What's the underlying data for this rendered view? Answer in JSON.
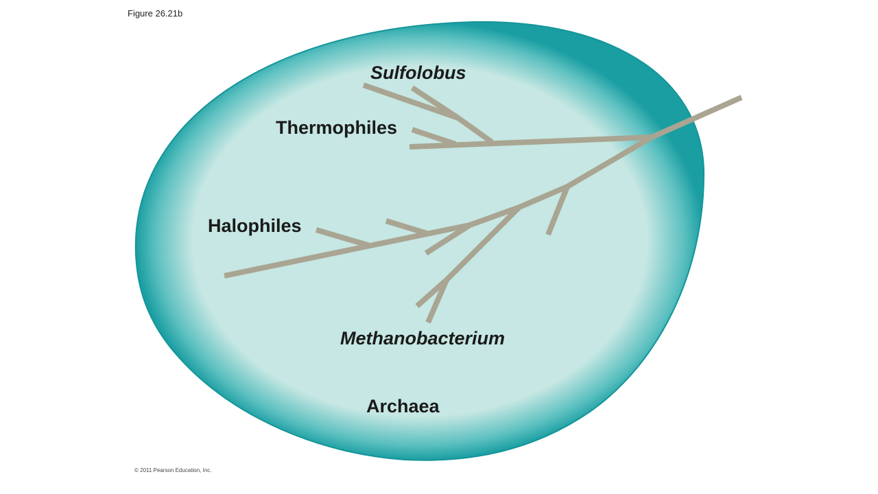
{
  "figure": {
    "caption": "Figure 26.21b",
    "copyright": "© 2011 Pearson Education, Inc."
  },
  "diagram": {
    "domain_label": "Archaea",
    "labels": {
      "sulfolobus": "Sulfolobus",
      "thermophiles": "Thermophiles",
      "halophiles": "Halophiles",
      "methanobacterium": "Methanobacterium"
    }
  },
  "colors": {
    "blob_outer": "#1a9ea2",
    "blob_inner": "#c6e7e3",
    "branch": "#a9a592"
  }
}
